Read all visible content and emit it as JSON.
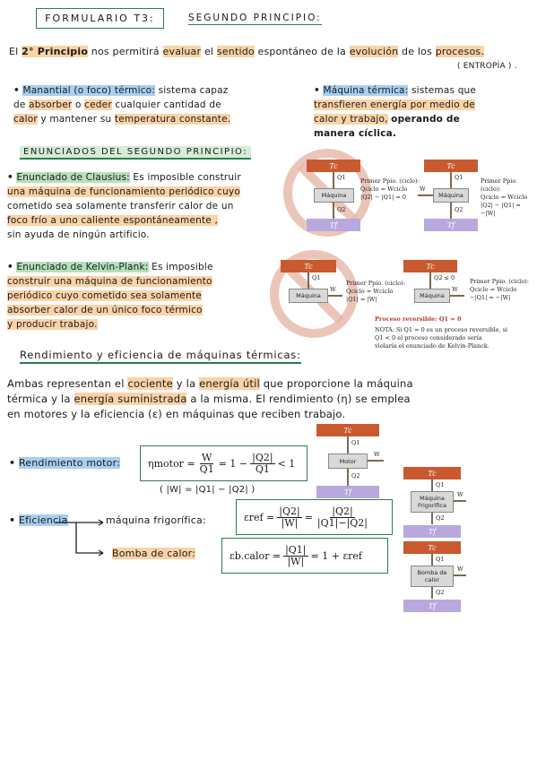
{
  "header": {
    "title": "FORMULARIO T3:",
    "subtitle": "SEGUNDO PRINCIPIO:"
  },
  "intro": {
    "line1_a": "El",
    "line1_b": "2° Principio",
    "line1_c": "nos permitirá",
    "line1_d": "evaluar",
    "line1_e": "el",
    "line1_f": "sentido",
    "line1_g": "espontáneo de la",
    "line1_h": "evolución",
    "line1_i": "de los",
    "line1_j": "procesos.",
    "line2": "( ENTROPÍA ) ."
  },
  "manantial": {
    "term": "Manantial (o foco) térmico:",
    "text_a": "sistema capaz",
    "text_b": "de",
    "text_c": "absorber",
    "text_d": "o",
    "text_e": "ceder",
    "text_f": "cualquier cantidad",
    "text_g": "de",
    "text_h": "calor",
    "text_i": "y mantener su",
    "text_j": "temperatura constante."
  },
  "maquina": {
    "term": "Máquina térmica:",
    "text_a": "sistemas que",
    "text_b": "transfieren energía por medio de",
    "text_c": "calor y trabajo,",
    "text_d": "operando de",
    "text_e": "manera cíclica."
  },
  "enunciados_title": "ENUNCIADOS DEL SEGUNDO PRINCIPIO:",
  "clausius": {
    "term": "Enunciado de Clausius:",
    "lines": [
      "Es imposible construir",
      "una máquina de funcionamiento periódico cuyo",
      "cometido sea solamente transferir calor de un",
      "foco frío a uno caliente espontáneamente ,",
      "sin ayuda de ningún artificio."
    ]
  },
  "kelvin": {
    "term": "Enunciado de Kelvin-Plank:",
    "lines": [
      "Es imposible",
      "construir una máquina de funcionamiento",
      "periódico cuyo cometido sea solamente",
      "absorber calor de un único foco térmico",
      "y producir trabajo."
    ]
  },
  "diagrams": {
    "tc": "Tc",
    "tf": "Tf",
    "q1": "Q1",
    "q2": "Q2",
    "w": "W",
    "maquina": "Máquina",
    "q2_le0": "Q2 ≤ 0",
    "clausius_left_1": "Primer Ppio. (ciclo):",
    "clausius_left_2": "Qciclo = Wciclo",
    "clausius_left_3": "|Q2| − |Q1| = 0",
    "clausius_right_1": "Primer Ppio. (ciclo):",
    "clausius_right_2": "Qciclo = Wciclo",
    "clausius_right_3": "|Q2| − |Q1| = −|W|",
    "kelvin_left_1": "Primer Ppio. (ciclo):",
    "kelvin_left_2": "Qciclo = Wciclo",
    "kelvin_left_3": "|Q1| = |W|",
    "kelvin_right_1": "Primer Ppio. (ciclo):",
    "kelvin_right_2": "Qciclo = Wciclo",
    "kelvin_right_3": "−|Q1| = −|W|",
    "reversible": "Proceso reversible: Q1 = 0",
    "nota_1": "NOTA: Si Q1 = 0 es un proceso reversible, si",
    "nota_2": "Q1 < 0 el proceso considerado sería",
    "nota_3": "violaría el enunciado de Kelvin-Planck."
  },
  "rendimiento_title": "Rendimiento y eficiencia de máquinas térmicas:",
  "ambas": {
    "l1_a": "Ambas representan el",
    "l1_b": "cociente",
    "l1_c": "y la",
    "l1_d": "energía útil",
    "l1_e": "que proporcione la máquina",
    "l2_a": "térmica y la",
    "l2_b": "energía suministrada",
    "l2_c": "a la misma. El rendimiento (η) se emplea",
    "l3": "en motores y la eficiencia (ε) en máquinas que reciben trabajo."
  },
  "rend_motor": {
    "label": "Rendimiento motor:",
    "eta": "ηmotor",
    "eq": "=",
    "w": "W",
    "q1": "Q1",
    "rest": "= 1 −",
    "abs_q2": "|Q2|",
    "lt1": "< 1",
    "note": "( |W| = |Q1| − |Q2| )",
    "motor": "Motor"
  },
  "eficiencia": {
    "label": "Eficiencia",
    "maquina_frig": "máquina frigorífica:",
    "bomba": "Bomba de calor:",
    "eps_ref": "εref",
    "abs_w": "|W|",
    "abs_q2": "|Q2|",
    "denom_ref": "|Q1|−|Q2|",
    "eps_bc": "εb.calor",
    "abs_q1": "|Q1|",
    "bc_rest": "= 1 + εref",
    "maq_frig_box": "Máquina Frigorífica",
    "bomba_box": "Bomba de calor"
  }
}
